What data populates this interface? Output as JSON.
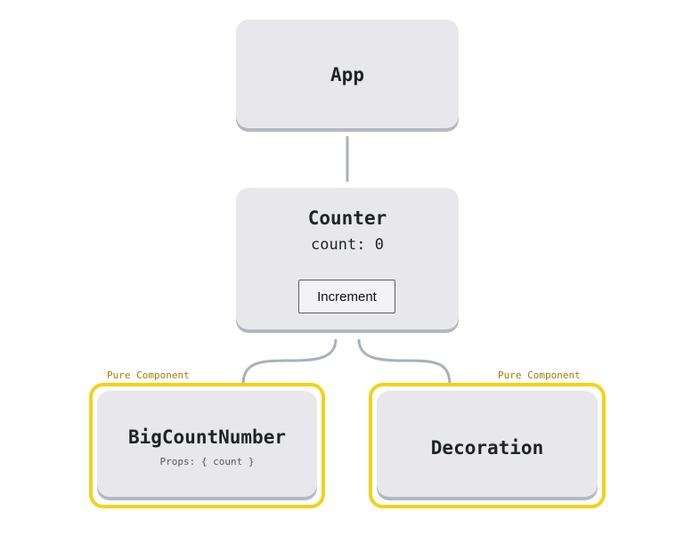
{
  "nodes": {
    "app": {
      "title": "App"
    },
    "counter": {
      "title": "Counter",
      "state": "count: 0",
      "button_label": "Increment"
    },
    "big_count_number": {
      "title": "BigCountNumber",
      "props": "Props: { count }",
      "badge": "Pure Component"
    },
    "decoration": {
      "title": "Decoration",
      "badge": "Pure Component"
    }
  },
  "colors": {
    "node_fill": "#e8e8ec",
    "node_shadow": "#b4b8c2",
    "edge": "#a9b0bd",
    "pure_highlight": "#f2d21a",
    "pure_label": "#a97b00"
  }
}
